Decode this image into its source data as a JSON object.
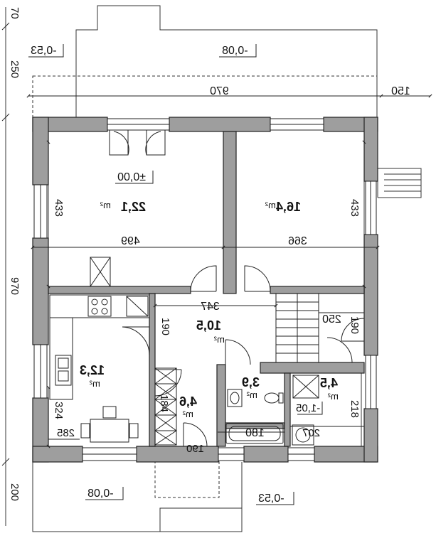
{
  "dimensions": {
    "top_overall": "970",
    "top_right_ext": "150",
    "left_top_small": "70",
    "left_upper": "250",
    "left_total": "970",
    "left_lower": "200",
    "living_width": "499",
    "bedroom_width": "366",
    "living_height": "433",
    "bedroom_height": "433",
    "hall_width": "347",
    "hall_height": "190",
    "stair_width": "250",
    "right_190": "190",
    "kitchen_width": "285",
    "kitchen_height": "324",
    "pantry_height": "184",
    "pantry_width": "190",
    "bath_width": "180",
    "right_lower_height": "218",
    "right_lower_width": "207"
  },
  "levels": {
    "top_left": "-0,53",
    "top_center": "-0,08",
    "floor": "±0,00",
    "laundry": "-1,05",
    "bottom_left": "-0,08",
    "bottom_right": "-0,53"
  },
  "rooms": {
    "living": "22,1",
    "bedroom": "16,4",
    "hall": "10,5",
    "kitchen": "12,3",
    "pantry": "4,6",
    "wc": "3,9",
    "laundry_room": "4,5"
  },
  "unit": "m²",
  "unit_base": "m",
  "unit_sup": "2",
  "colors": {
    "wall": "#9e9e9e",
    "line": "#222222"
  }
}
